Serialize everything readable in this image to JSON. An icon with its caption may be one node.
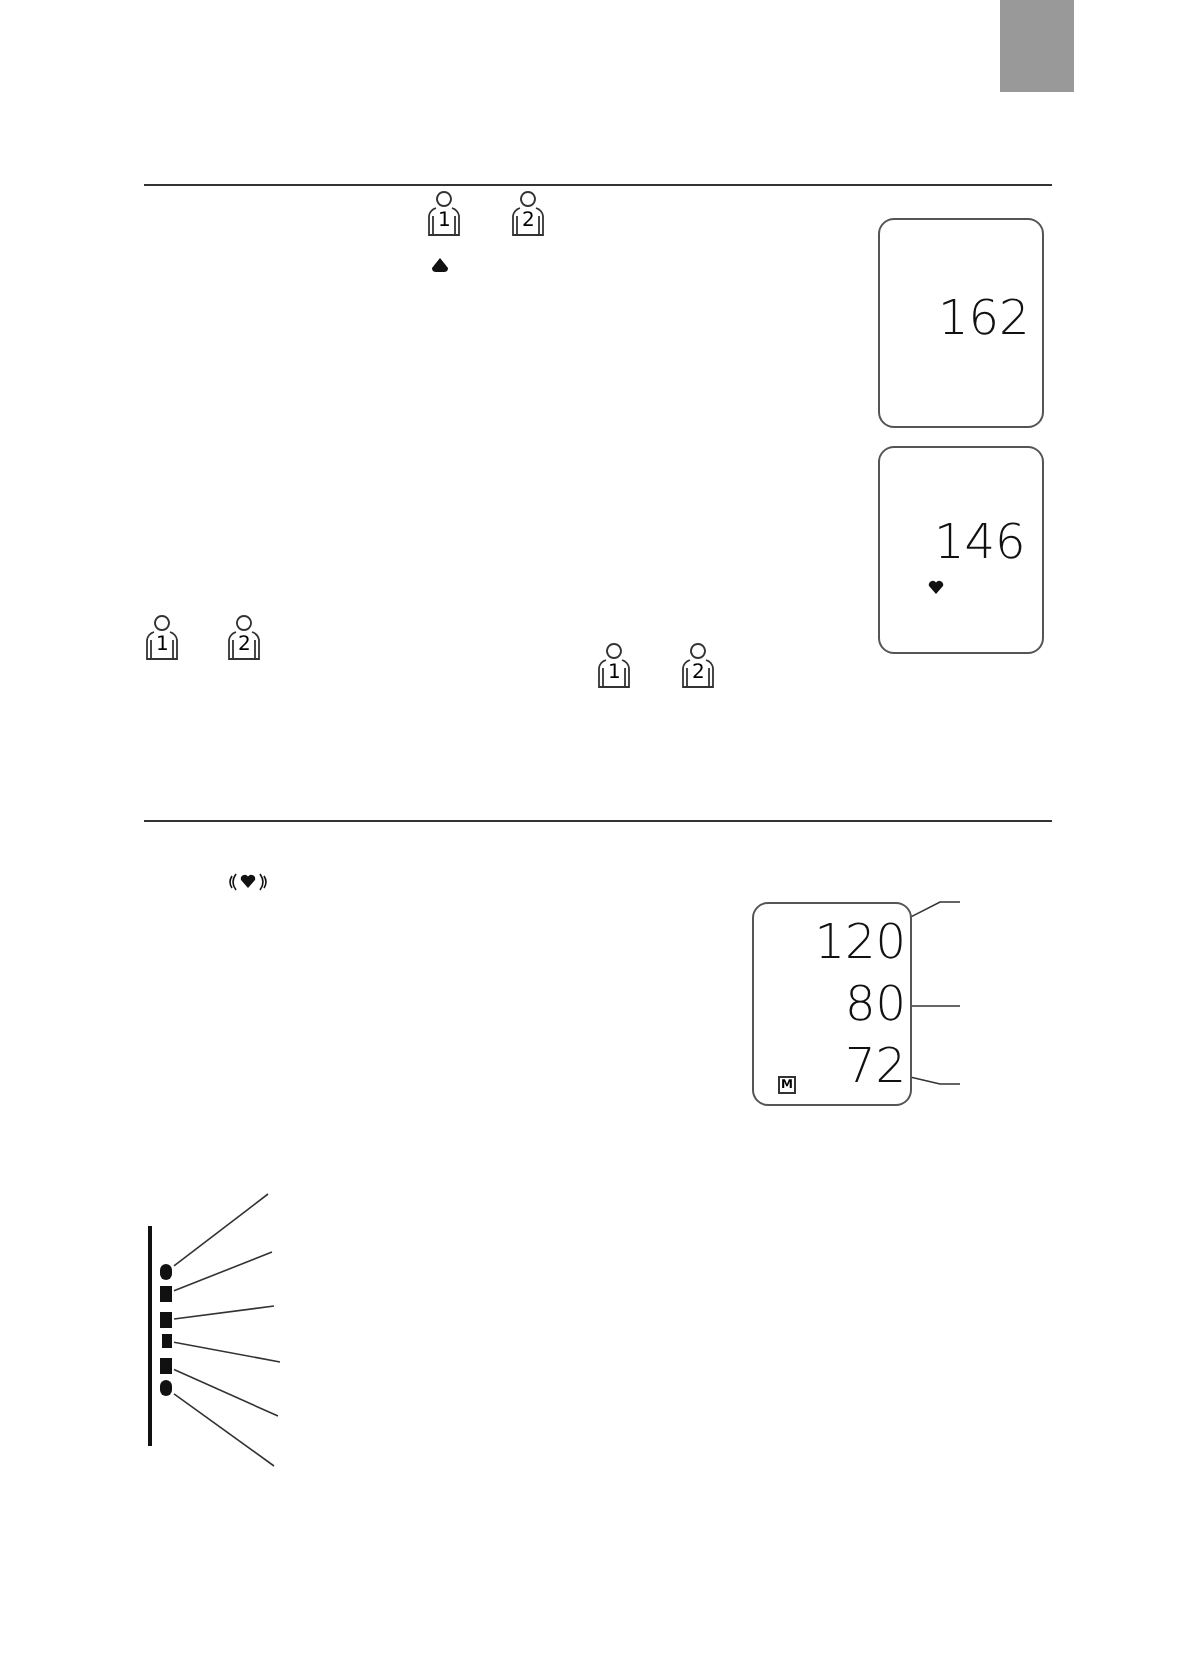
{
  "diagram": {
    "nodes": [
      {
        "text": [
          "162"
        ]
      },
      {
        "text": [
          "146"
        ]
      },
      {
        "text": [],
        "shape": "box"
      },
      {
        "text": [
          "120"
        ],
        "in": 2
      },
      {
        "text": [
          "80"
        ],
        "in": 2
      },
      {
        "text": [
          "72"
        ],
        "in": 2
      },
      {
        "text": [
          "M"
        ],
        "in": 2
      },
      {
        "text": [],
        "shape": "bar"
      },
      {
        "text": [],
        "shape": "bar"
      },
      {
        "text": [],
        "shape": "bar"
      },
      {
        "text": [],
        "shape": "bar"
      },
      {
        "text": [],
        "shape": "bar"
      },
      {
        "text": [],
        "shape": "bar"
      }
    ],
    "edges": [
      {
        "from": null,
        "to": 3,
        "arrow": "none"
      },
      {
        "from": null,
        "to": 4,
        "arrow": "none"
      },
      {
        "from": null,
        "to": 5,
        "arrow": "none"
      },
      {
        "from": null,
        "to": 7,
        "arrow": "none"
      },
      {
        "from": null,
        "to": 8,
        "arrow": "none"
      },
      {
        "from": null,
        "to": 9,
        "arrow": "none"
      },
      {
        "from": null,
        "to": 10,
        "arrow": "none"
      },
      {
        "from": null,
        "to": 11,
        "arrow": "none"
      },
      {
        "from": null,
        "to": 12,
        "arrow": "none"
      }
    ],
    "labels": [
      "1",
      "2",
      "1",
      "2",
      "1",
      "2"
    ]
  }
}
